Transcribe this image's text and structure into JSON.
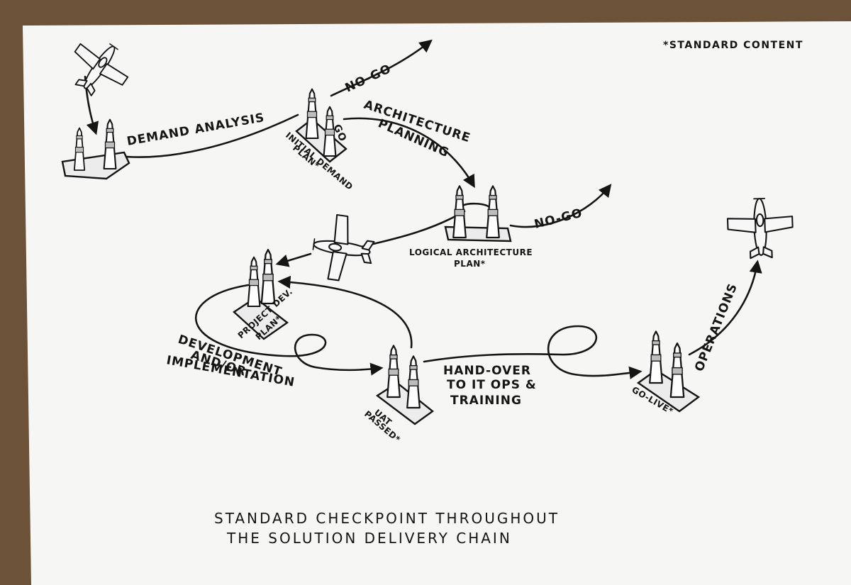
{
  "note": "*STANDARD CONTENT",
  "steps": {
    "demand_analysis": "DEMAND ANALYSIS",
    "no_go_1": "NO-GO",
    "go": "GO",
    "architecture_line1": "ARCHITECTURE",
    "architecture_line2": "PLANNING",
    "no_go_2": "NO-GO",
    "development_line1": "DEVELOPMENT",
    "development_line2": "AND/OR",
    "development_line3": "IMPLEMENTATION",
    "handover_line1": "HAND-OVER",
    "handover_line2": "TO IT OPS &",
    "handover_line3": "TRAINING",
    "operations": "OPERATIONS"
  },
  "checkpoints": {
    "initial_demand_line1": "INITIAL DEMAND",
    "initial_demand_line2": "PLAN*",
    "logical_line1": "LOGICAL ARCHITECTURE",
    "logical_line2": "PLAN*",
    "project_dev_line1": "PROJECT DEV.",
    "project_dev_line2": "PLAN*",
    "uat_line1": "UAT",
    "uat_line2": "PASSED*",
    "go_live": "GO-LIVE*"
  },
  "caption": {
    "line1": "STANDARD CHECKPOINT THROUGHOUT",
    "line2": "THE SOLUTION DELIVERY CHAIN"
  }
}
